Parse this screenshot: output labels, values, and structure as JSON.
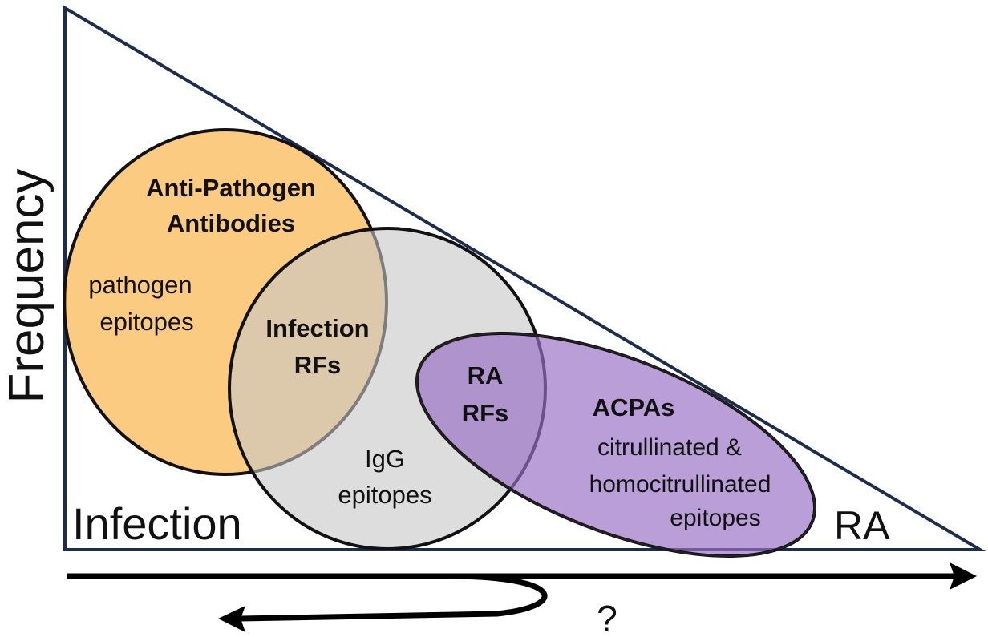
{
  "axis": {
    "y_label": "Frequency",
    "left_corner_label": "Infection",
    "right_corner_label": "RA",
    "question_mark": "?"
  },
  "circles": {
    "anti_pathogen": {
      "title_line1": "Anti-Pathogen",
      "title_line2": "Antibodies",
      "sub_line1": "pathogen",
      "sub_line2": "epitopes",
      "fill": "#f9b54c"
    },
    "overlap_infection": {
      "line1": "Infection",
      "line2": "RFs"
    },
    "igg": {
      "line1": "IgG",
      "line2": "epitopes",
      "fill": "#c8c6c8"
    },
    "overlap_ra": {
      "line1": "RA",
      "line2": "RFs"
    },
    "acpa": {
      "title": "ACPAs",
      "sub_line1": "citrullinated &",
      "sub_line2": "homocitrullinated",
      "sub_line3": "epitopes",
      "fill": "#9a70c4"
    }
  },
  "colors": {
    "triangle_stroke": "#1c2d4d",
    "circle_stroke": "#111111",
    "arrow": "#000000"
  }
}
